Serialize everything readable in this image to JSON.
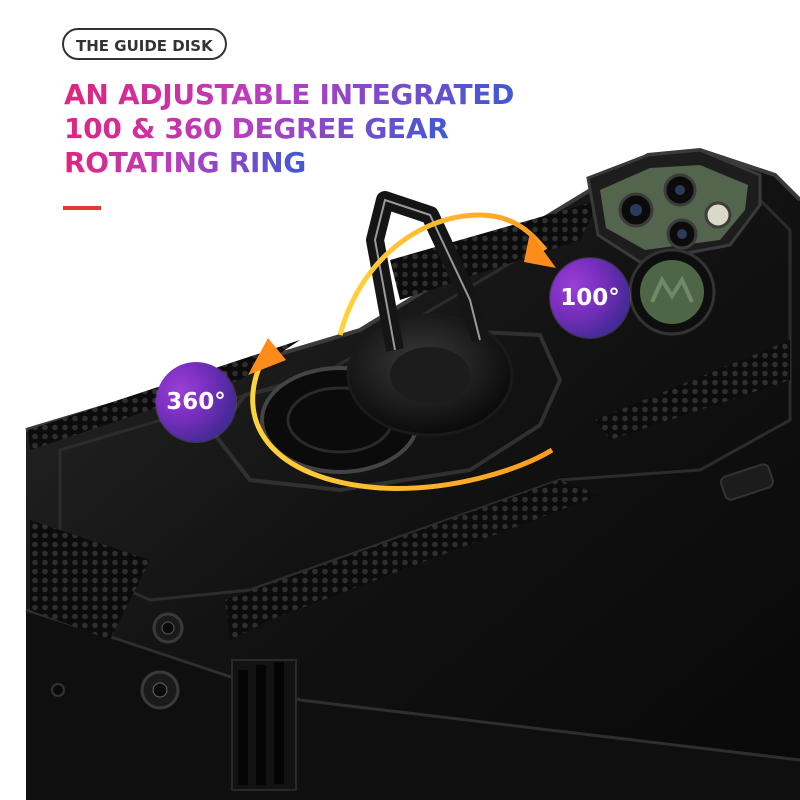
{
  "pill_label": "THE GUIDE DISK",
  "headline": {
    "line1": "AN ADJUSTABLE INTEGRATED",
    "line2": "100 & 360 DEGREE GEAR",
    "line3": "ROTATING RING"
  },
  "badges": {
    "rotation_360": "360°",
    "rotation_100": "100°"
  },
  "colors": {
    "headline_gradient_start": "#e0257e",
    "headline_gradient_end": "#3f59d6",
    "accent_bar": "#e53935",
    "case_body": "#151515",
    "arrow_orange": "#f5a623"
  }
}
